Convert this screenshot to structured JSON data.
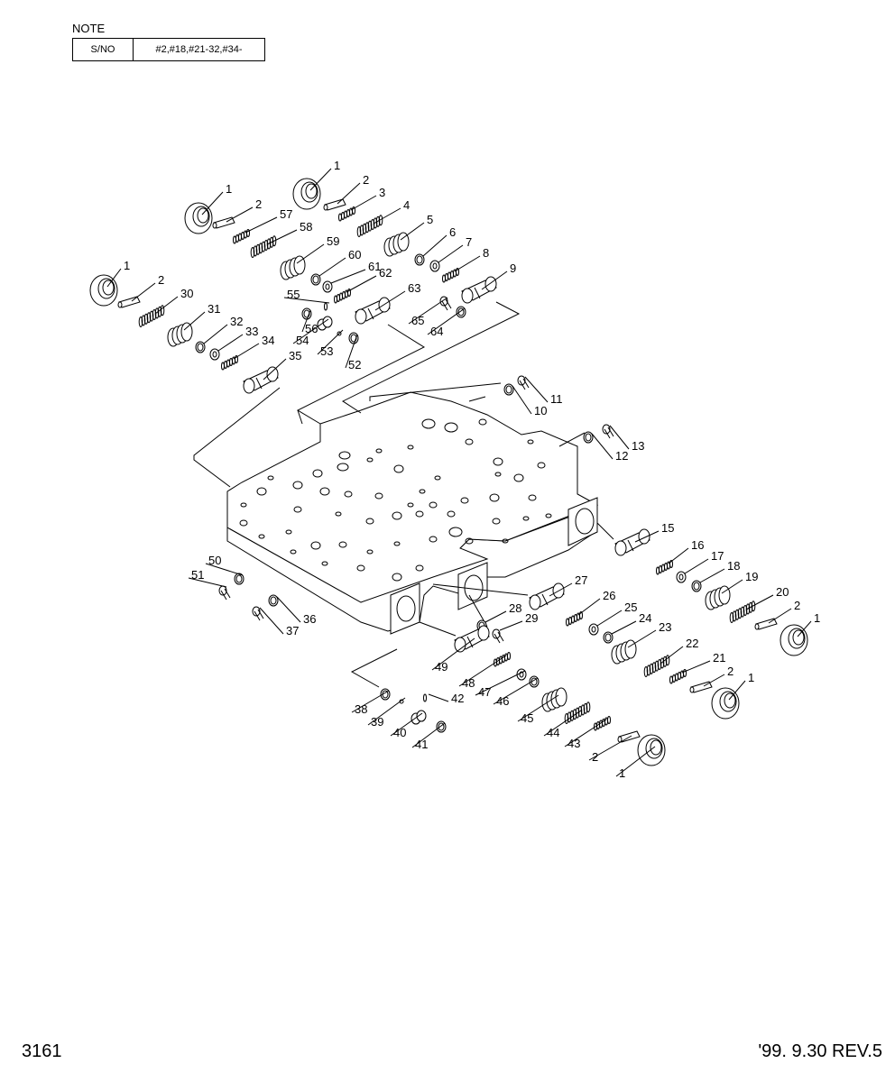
{
  "note": {
    "title": "NOTE",
    "rows": [
      {
        "label": "S/NO",
        "value": "#2,#18,#21-32,#34-"
      }
    ]
  },
  "footer": {
    "page": "3161",
    "revision": "'99. 9.30  REV.5"
  },
  "parts": [
    {
      "n": "1",
      "kind": "cap"
    },
    {
      "n": "2",
      "kind": "pin"
    },
    {
      "n": "57",
      "kind": "spring-s"
    },
    {
      "n": "58",
      "kind": "spring"
    },
    {
      "n": "59",
      "kind": "plunger"
    },
    {
      "n": "60",
      "kind": "ring"
    },
    {
      "n": "61",
      "kind": "washer"
    },
    {
      "n": "62",
      "kind": "spring-s"
    },
    {
      "n": "63",
      "kind": "spool"
    },
    {
      "n": "1",
      "kind": "cap"
    },
    {
      "n": "2",
      "kind": "pin"
    },
    {
      "n": "3",
      "kind": "spring-s"
    },
    {
      "n": "4",
      "kind": "spring"
    },
    {
      "n": "5",
      "kind": "plunger"
    },
    {
      "n": "6",
      "kind": "ring"
    },
    {
      "n": "7",
      "kind": "washer"
    },
    {
      "n": "8",
      "kind": "spring-s"
    },
    {
      "n": "9",
      "kind": "spool"
    },
    {
      "n": "1",
      "kind": "cap"
    },
    {
      "n": "2",
      "kind": "pin"
    },
    {
      "n": "30",
      "kind": "spring"
    },
    {
      "n": "31",
      "kind": "plunger"
    },
    {
      "n": "32",
      "kind": "ring"
    },
    {
      "n": "33",
      "kind": "washer"
    },
    {
      "n": "34",
      "kind": "spring-s"
    },
    {
      "n": "35",
      "kind": "spool"
    },
    {
      "n": "55",
      "kind": "pin-small"
    },
    {
      "n": "56",
      "kind": "ring"
    },
    {
      "n": "54",
      "kind": "plug"
    },
    {
      "n": "53",
      "kind": "ball"
    },
    {
      "n": "52",
      "kind": "ring"
    },
    {
      "n": "65",
      "kind": "bolt"
    },
    {
      "n": "64",
      "kind": "ring"
    },
    {
      "n": "11",
      "kind": "bolt"
    },
    {
      "n": "10",
      "kind": "ring"
    },
    {
      "n": "13",
      "kind": "bolt"
    },
    {
      "n": "12",
      "kind": "ring"
    },
    {
      "n": "15",
      "kind": "spool"
    },
    {
      "n": "16",
      "kind": "spring-s"
    },
    {
      "n": "17",
      "kind": "washer"
    },
    {
      "n": "18",
      "kind": "ring"
    },
    {
      "n": "19",
      "kind": "plunger"
    },
    {
      "n": "20",
      "kind": "spring"
    },
    {
      "n": "2",
      "kind": "pin"
    },
    {
      "n": "1",
      "kind": "cap"
    },
    {
      "n": "27",
      "kind": "spool"
    },
    {
      "n": "26",
      "kind": "spring-s"
    },
    {
      "n": "25",
      "kind": "washer"
    },
    {
      "n": "24",
      "kind": "ring"
    },
    {
      "n": "23",
      "kind": "plunger"
    },
    {
      "n": "22",
      "kind": "spring"
    },
    {
      "n": "21",
      "kind": "spring-s"
    },
    {
      "n": "2",
      "kind": "pin"
    },
    {
      "n": "1",
      "kind": "cap"
    },
    {
      "n": "28",
      "kind": "ring"
    },
    {
      "n": "29",
      "kind": "bolt"
    },
    {
      "n": "49",
      "kind": "spool"
    },
    {
      "n": "48",
      "kind": "spring-s"
    },
    {
      "n": "47",
      "kind": "washer"
    },
    {
      "n": "46",
      "kind": "ring"
    },
    {
      "n": "45",
      "kind": "plunger"
    },
    {
      "n": "44",
      "kind": "spring"
    },
    {
      "n": "43",
      "kind": "spring-s"
    },
    {
      "n": "2",
      "kind": "pin"
    },
    {
      "n": "1",
      "kind": "cap"
    },
    {
      "n": "38",
      "kind": "ring"
    },
    {
      "n": "39",
      "kind": "ball"
    },
    {
      "n": "42",
      "kind": "pin-small"
    },
    {
      "n": "40",
      "kind": "plug"
    },
    {
      "n": "41",
      "kind": "ring"
    },
    {
      "n": "50",
      "kind": "ring"
    },
    {
      "n": "51",
      "kind": "bolt"
    },
    {
      "n": "36",
      "kind": "ring"
    },
    {
      "n": "37",
      "kind": "bolt"
    }
  ]
}
